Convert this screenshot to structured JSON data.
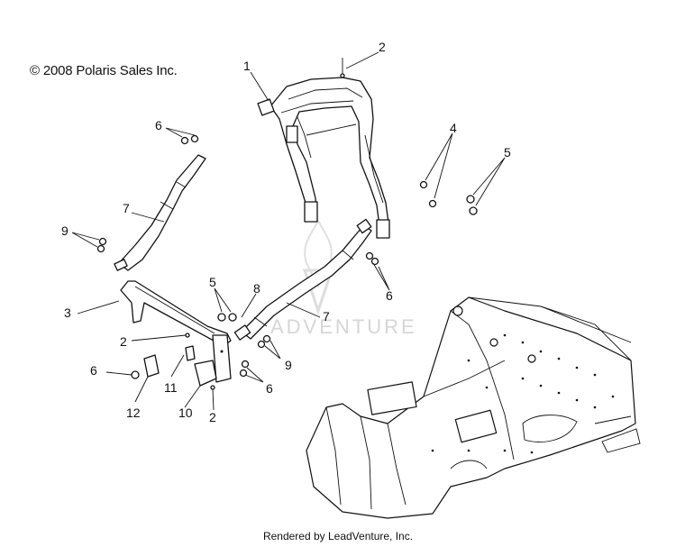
{
  "copyright": "© 2008 Polaris Sales Inc.",
  "watermark": "ADVENTURE",
  "footer": "Rendered by LeadVenture, Inc.",
  "callouts": [
    {
      "label": "1"
    },
    {
      "label": "2"
    },
    {
      "label": "4"
    },
    {
      "label": "5"
    },
    {
      "label": "6"
    },
    {
      "label": "7"
    },
    {
      "label": "9"
    },
    {
      "label": "3"
    },
    {
      "label": "5"
    },
    {
      "label": "8"
    },
    {
      "label": "7"
    },
    {
      "label": "6"
    },
    {
      "label": "2"
    },
    {
      "label": "6"
    },
    {
      "label": "11"
    },
    {
      "label": "9"
    },
    {
      "label": "6"
    },
    {
      "label": "12"
    },
    {
      "label": "10"
    },
    {
      "label": "2"
    }
  ]
}
